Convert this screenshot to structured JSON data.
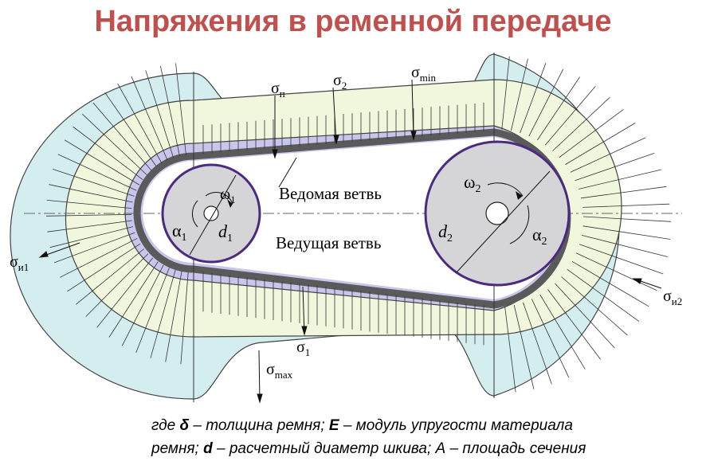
{
  "title": "Напряжения в ременной передаче",
  "labels": {
    "sigma_n": {
      "base": "σ",
      "sub": "п"
    },
    "sigma_2": {
      "base": "σ",
      "sub": "2"
    },
    "sigma_min": {
      "base": "σ",
      "sub": "min"
    },
    "sigma_i1": {
      "base": "σ",
      "sub": "и1"
    },
    "sigma_i2": {
      "base": "σ",
      "sub": "и2"
    },
    "sigma_1": {
      "base": "σ",
      "sub": "1"
    },
    "sigma_max": {
      "base": "σ",
      "sub": "max"
    },
    "omega_1": {
      "base": "ω",
      "sub": "1"
    },
    "omega_2": {
      "base": "ω",
      "sub": "2"
    },
    "alpha_1": {
      "base": "α",
      "sub": "1"
    },
    "alpha_2": {
      "base": "α",
      "sub": "2"
    },
    "d_1": {
      "base": "d",
      "sub": "1"
    },
    "d_2": {
      "base": "d",
      "sub": "2"
    },
    "driven_branch": "Ведомая ветвь",
    "driving_branch": "Ведущая ветвь"
  },
  "caption": {
    "line1_pre": "где ",
    "delta": "δ",
    "line1_mid": " – толщина ремня; ",
    "E": "E",
    "line1_post": " – модуль упругости материала",
    "line2_pre": "ремня; ",
    "d": "d",
    "line2_post": " – расчетный диаметр шкива; А – площадь сечения"
  },
  "colors": {
    "title": "#c0504d",
    "outer_band": "#d4eef0",
    "middle_band": "#f1f7dc",
    "inner_band": "#c9c6ec",
    "belt": "#5a5a5a",
    "pulley_fill": "#d5d5d8",
    "pulley_rim": "#4b2a80"
  }
}
